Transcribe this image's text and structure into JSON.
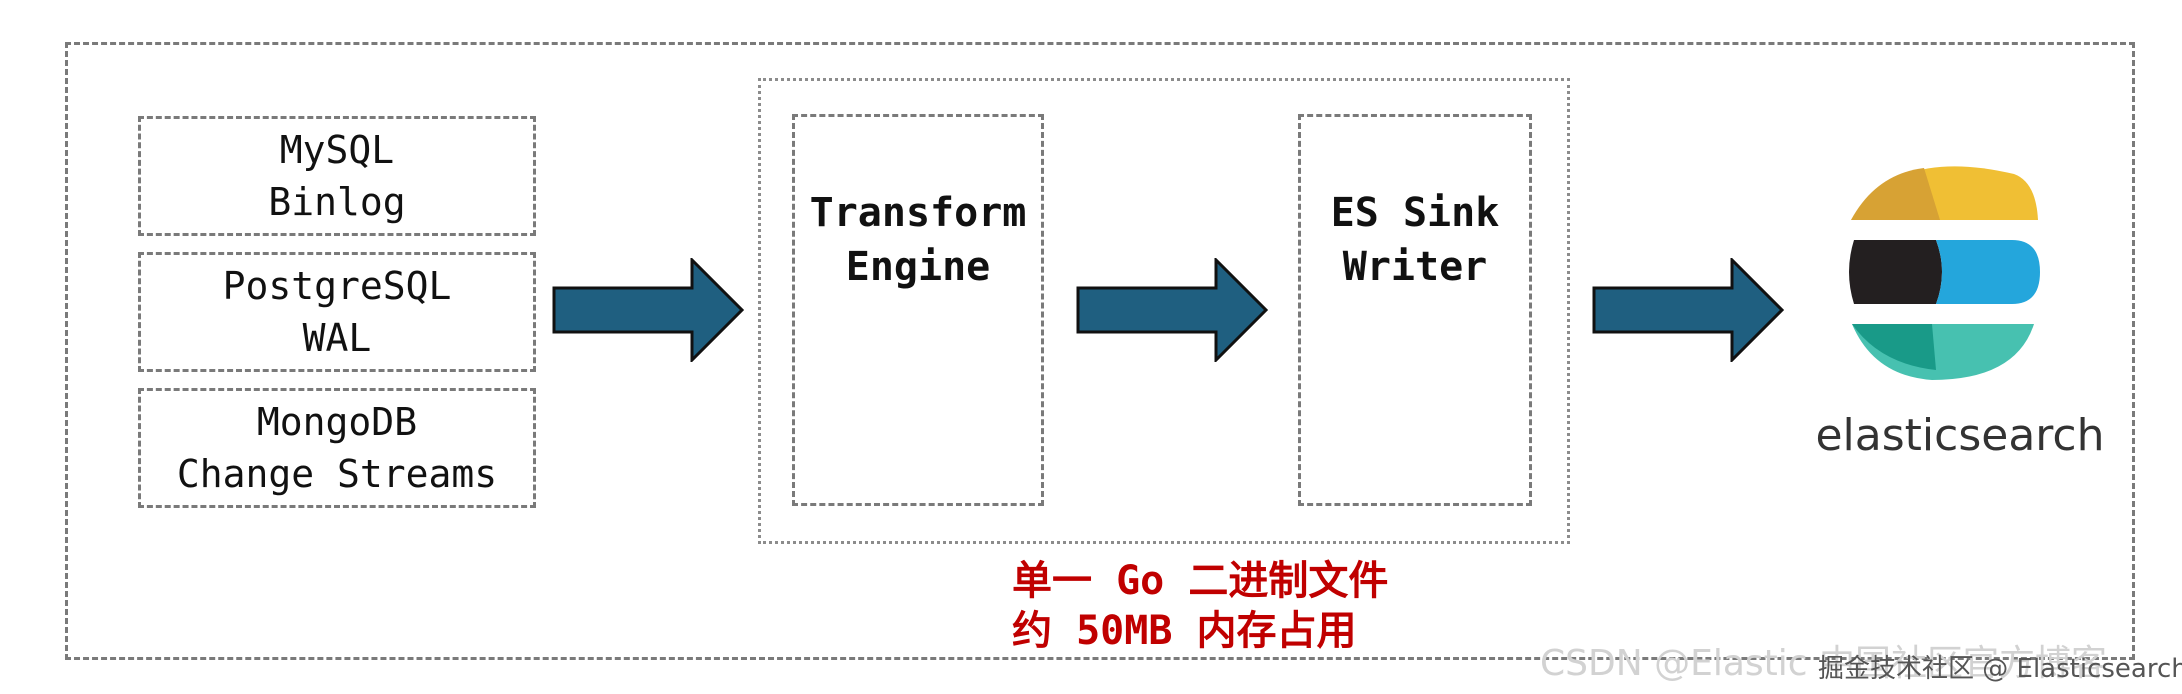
{
  "sources": [
    {
      "line1": "MySQL",
      "line2": "Binlog"
    },
    {
      "line1": "PostgreSQL",
      "line2": "WAL"
    },
    {
      "line1": "MongoDB",
      "line2": "Change Streams"
    }
  ],
  "stages": [
    {
      "line1": "Transform",
      "line2": "Engine"
    },
    {
      "line1": "ES Sink",
      "line2": "Writer"
    }
  ],
  "notes": {
    "line1": "单一 Go 二进制文件",
    "line2": "约 50MB 内存占用"
  },
  "target": {
    "label": "elasticsearch"
  },
  "watermark": {
    "faint": "CSDN @Elastic 中国社区官方博客",
    "front": "掘金技术社区 @ Elasticsearch"
  },
  "colors": {
    "arrow": "#1f5f80",
    "note": "#c00000"
  }
}
